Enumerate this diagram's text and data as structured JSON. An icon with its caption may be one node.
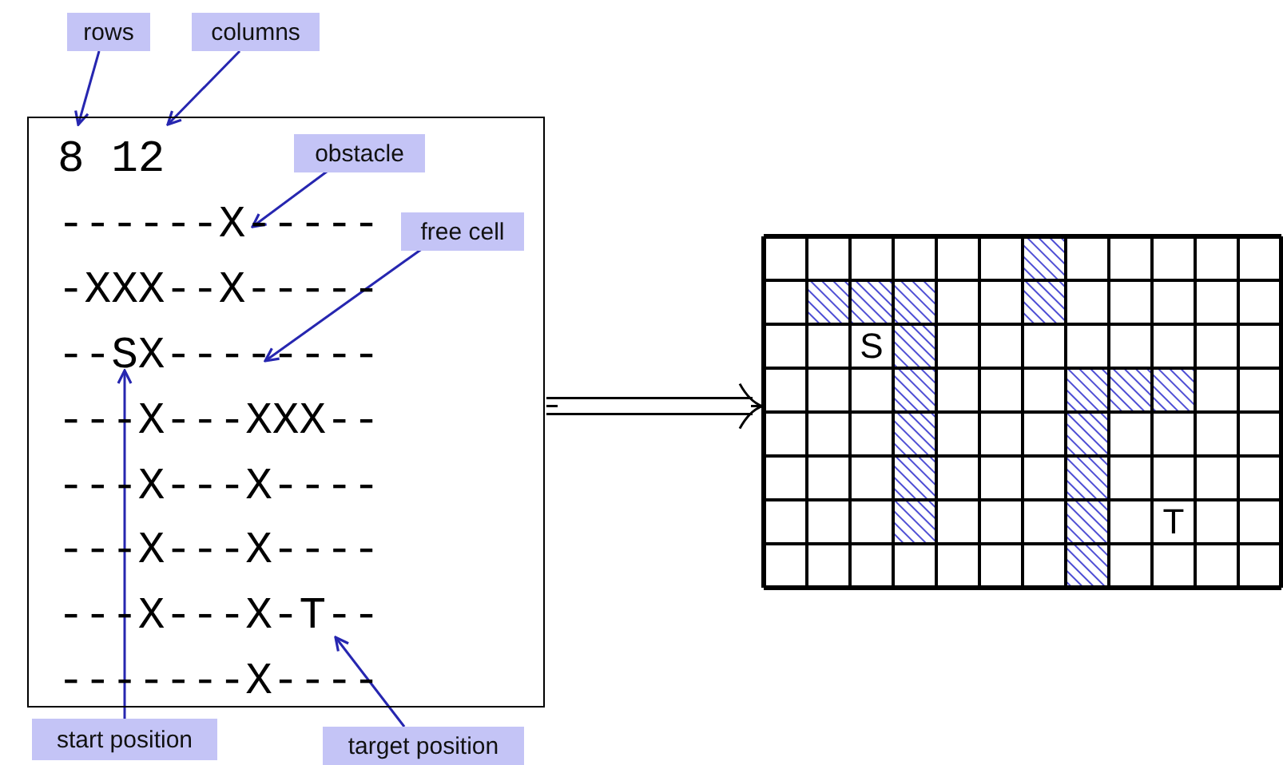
{
  "diagram": {
    "nodes": [
      {
        "text": [
          "rows"
        ]
      },
      {
        "text": [
          "columns"
        ]
      },
      {
        "text": [
          "8 12",
          "------X-----",
          "-XXX--X-----",
          "--SX--------",
          "---X---XXX--",
          "---X---X----",
          "---X---X----",
          "---X---X-T--",
          "-------X----"
        ]
      },
      {
        "text": [
          "obstacle"
        ],
        "in": 2
      },
      {
        "text": [
          "free cell"
        ],
        "in": 2
      },
      {
        "text": [
          "S",
          "T"
        ]
      },
      {
        "text": [
          "start position"
        ]
      },
      {
        "text": [
          "target position"
        ]
      }
    ],
    "edges": [
      {
        "from": 0,
        "to": 2,
        "arrow": "to"
      },
      {
        "from": 1,
        "to": 2,
        "arrow": "to"
      },
      {
        "from": 3,
        "to": 2,
        "arrow": "to"
      },
      {
        "from": 4,
        "to": 2,
        "arrow": "to"
      },
      {
        "from": 6,
        "to": 2,
        "arrow": "to"
      },
      {
        "from": 7,
        "to": 2,
        "arrow": "to"
      },
      {
        "from": 2,
        "to": 5,
        "arrow": "to",
        "color": "#000000"
      }
    ]
  }
}
